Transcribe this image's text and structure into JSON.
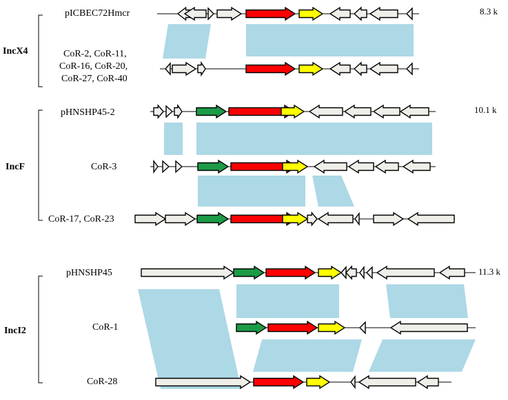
{
  "colors": {
    "homology": "#add8e6",
    "gene_white": "#efeee9",
    "gene_green": "#1c9b47",
    "gene_red": "#ff0000",
    "gene_yellow": "#ffff00",
    "outline": "#000000"
  },
  "groups": [
    {
      "label": "IncX4",
      "size_label": "8.3 k",
      "rows": [
        {
          "label_lines": [
            "pICBEC72Hmcr"
          ]
        },
        {
          "label_lines": [
            "CoR-2, CoR-11,",
            "CoR-16, CoR-20,",
            "CoR-27, CoR-40"
          ]
        }
      ]
    },
    {
      "label": "IncF",
      "size_label": "10.1 k",
      "rows": [
        {
          "label_lines": [
            "pHNSHP45-2"
          ]
        },
        {
          "label_lines": [
            "CoR-3"
          ]
        },
        {
          "label_lines": [
            "CoR-17, CoR-23"
          ]
        }
      ]
    },
    {
      "label": "IncI2",
      "size_label": "11.3 k",
      "rows": [
        {
          "label_lines": [
            "pHNSHP45"
          ]
        },
        {
          "label_lines": [
            "CoR-1"
          ]
        },
        {
          "label_lines": [
            "CoR-28"
          ]
        }
      ]
    }
  ]
}
